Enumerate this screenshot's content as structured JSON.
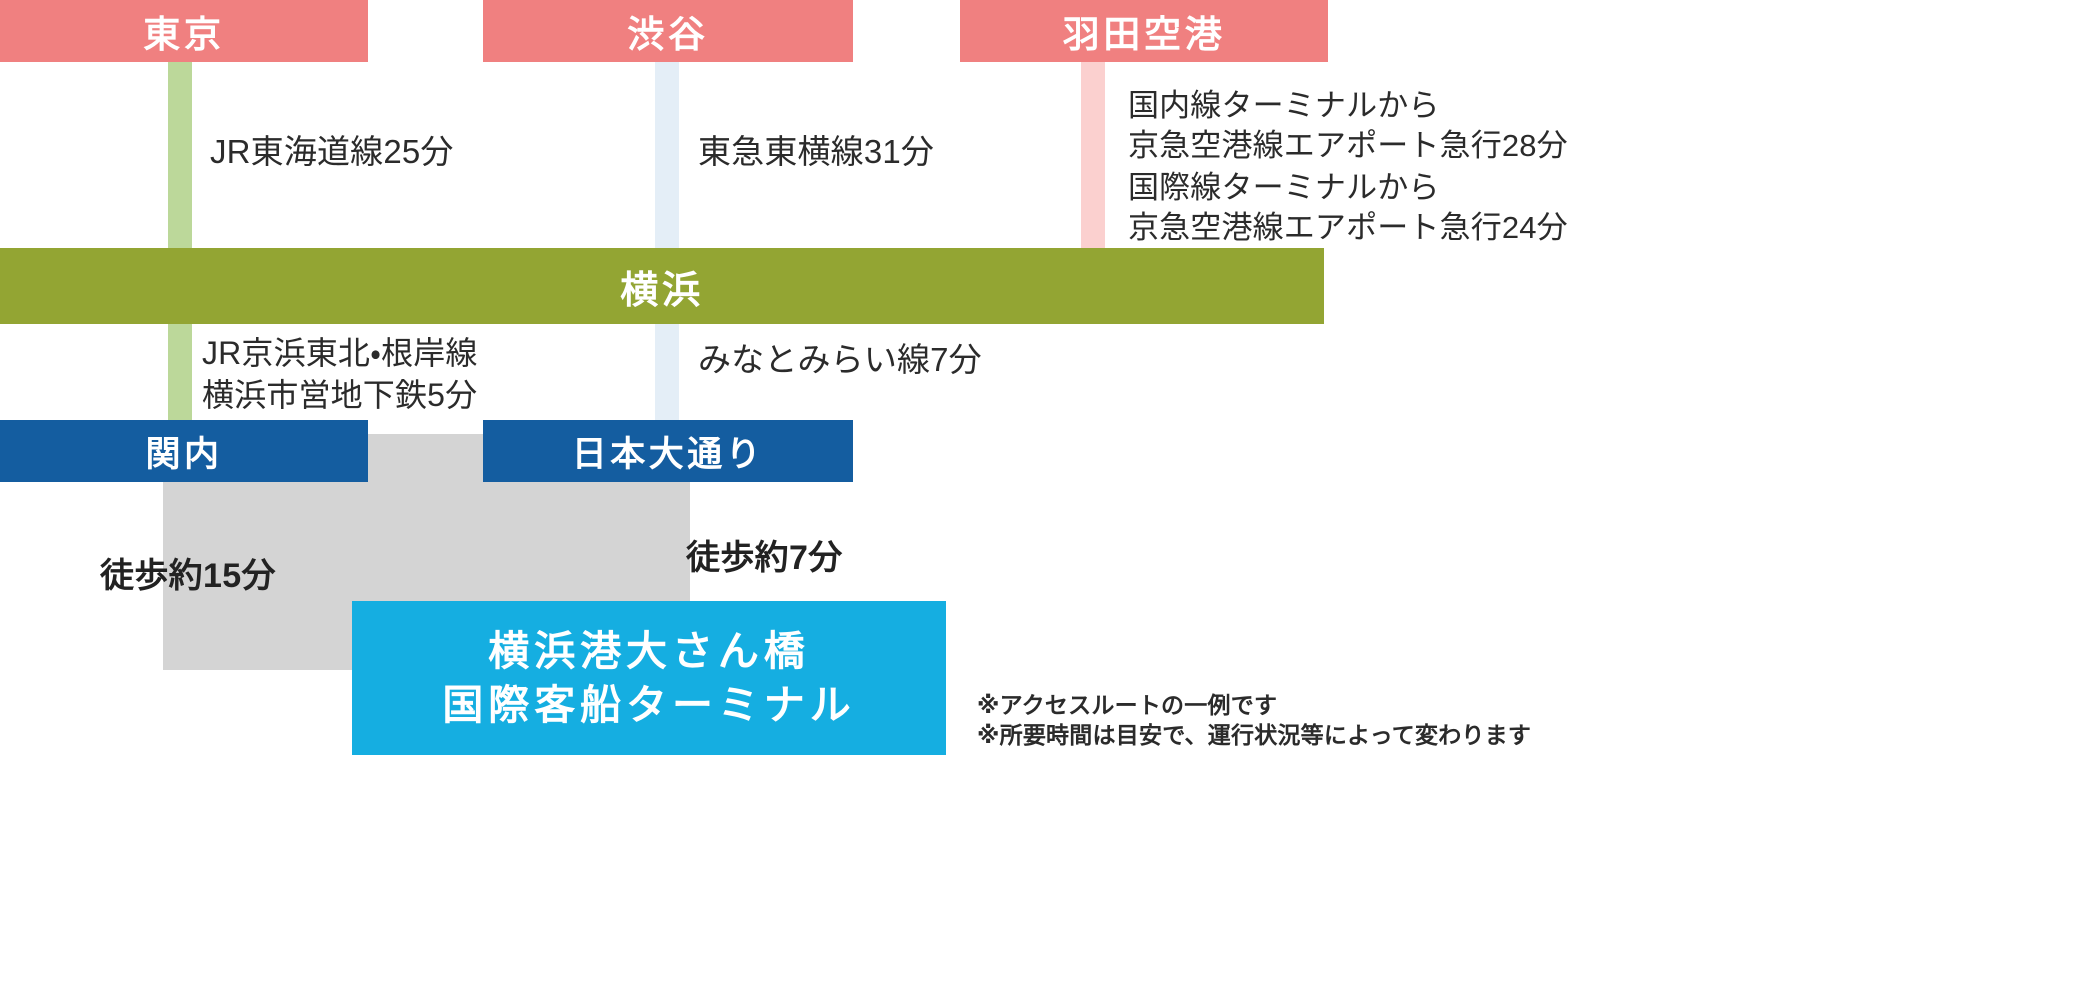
{
  "diagram": {
    "title": "横浜港大さん橋国際客船ターミナル アクセス図",
    "colors": {
      "origin_box": "#f08080",
      "origin_line_tokyo": "#bcd89a",
      "origin_line_shibuya": "#e4eef7",
      "origin_line_haneda": "#fbd0cf",
      "hub_box": "#93a533",
      "station_box": "#145da0",
      "terminal_box": "#15aee1",
      "blob": "#d4d4d4",
      "text": "#2b2b2b"
    }
  },
  "origins": [
    {
      "name": "東京",
      "label": "東京"
    },
    {
      "name": "渋谷",
      "label": "渋谷"
    },
    {
      "name": "羽田空港",
      "label": "羽田空港"
    }
  ],
  "hub": {
    "label": "横浜"
  },
  "local_stations": [
    {
      "name": "関内",
      "label": "関内"
    },
    {
      "name": "日本大通り",
      "label": "日本大通り"
    }
  ],
  "terminal": {
    "line1": "横浜港大さん橋",
    "line2": "国際客船ターミナル"
  },
  "routes_to_hub": [
    {
      "from": "東京",
      "lines": [
        "JR東海道線25分"
      ],
      "line_name": "JR東海道線",
      "minutes": 25
    },
    {
      "from": "渋谷",
      "lines": [
        "東急東横線31分"
      ],
      "line_name": "東急東横線",
      "minutes": 31
    },
    {
      "from": "羽田空港",
      "lines": [
        "国内線ターミナルから",
        "京急空港線エアポート急行28分"
      ],
      "line_name": "京急空港線エアポート急行",
      "minutes": 28
    },
    {
      "from": "羽田空港",
      "lines": [
        "国際線ターミナルから",
        "京急空港線エアポート急行24分"
      ],
      "line_name": "京急空港線エアポート急行",
      "minutes": 24
    }
  ],
  "routes_from_hub": [
    {
      "to": "関内",
      "lines": [
        "JR京浜東北・根岸線",
        "横浜市営地下鉄5分"
      ],
      "minutes": 5
    },
    {
      "to": "日本大通り",
      "lines": [
        "みなとみらい線7分"
      ],
      "line_name": "みなとみらい線",
      "minutes": 7
    }
  ],
  "walks": [
    {
      "from": "関内",
      "label": "徒歩約15分",
      "minutes": 15
    },
    {
      "from": "日本大通り",
      "label": "徒歩約7分",
      "minutes": 7
    }
  ],
  "footnotes": [
    "※アクセスルートの一例です",
    "※所要時間は目安で、運行状況等によって変わります"
  ]
}
